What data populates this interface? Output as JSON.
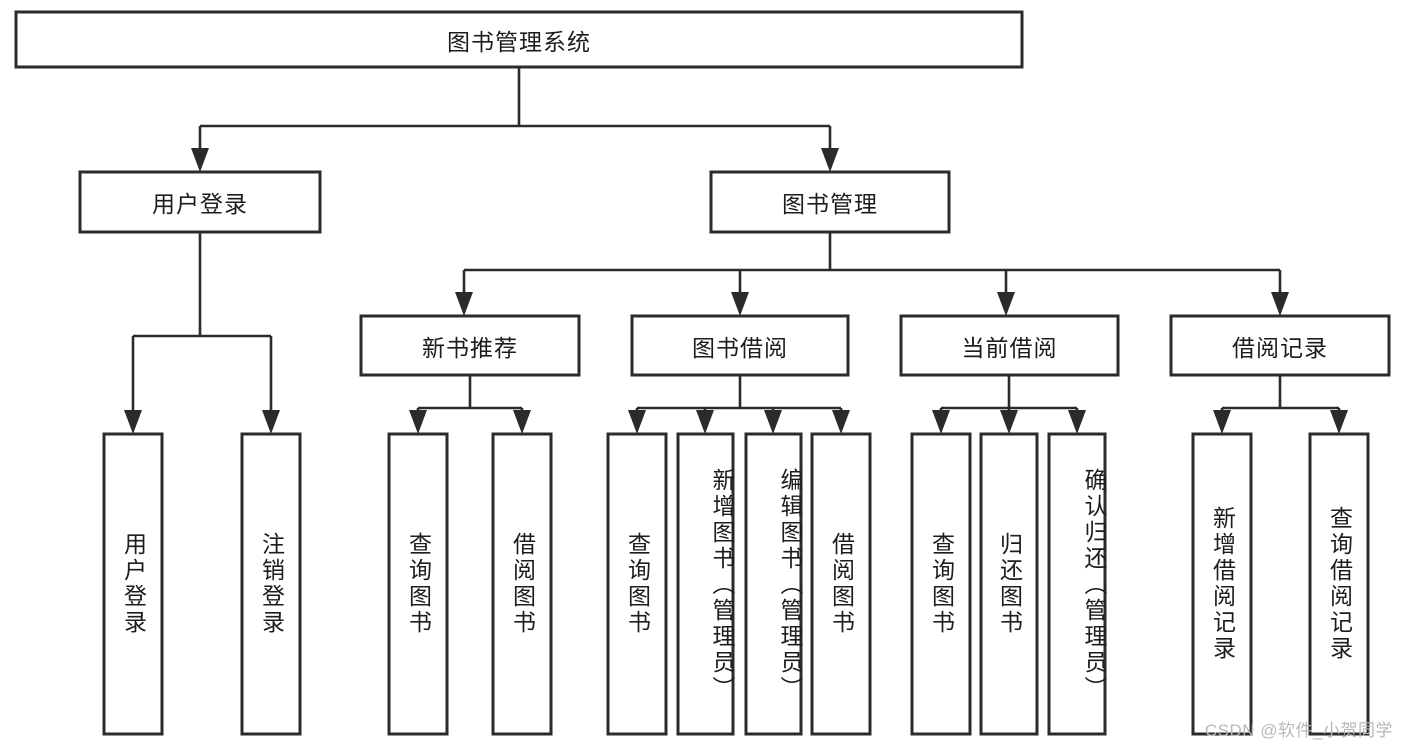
{
  "diagram": {
    "type": "tree-hierarchy-chart",
    "orientation": "top-down",
    "root": {
      "label": "图书管理系统"
    },
    "level2": [
      {
        "label": "用户登录"
      },
      {
        "label": "图书管理"
      }
    ],
    "level3": [
      {
        "label": "新书推荐"
      },
      {
        "label": "图书借阅"
      },
      {
        "label": "当前借阅"
      },
      {
        "label": "借阅记录"
      }
    ],
    "leaves": {
      "user_login": [
        {
          "label": "用户登录"
        },
        {
          "label": "注销登录"
        }
      ],
      "new_book_recommend": [
        {
          "label": "查询图书"
        },
        {
          "label": "借阅图书"
        }
      ],
      "book_borrow": [
        {
          "label": "查询图书"
        },
        {
          "label": "新增图书（管理员）"
        },
        {
          "label": "编辑图书（管理员）"
        },
        {
          "label": "借阅图书"
        }
      ],
      "current_borrow": [
        {
          "label": "查询图书"
        },
        {
          "label": "归还图书"
        },
        {
          "label": "确认归还（管理员）"
        }
      ],
      "borrow_record": [
        {
          "label": "新增借阅记录"
        },
        {
          "label": "查询借阅记录"
        }
      ]
    }
  },
  "watermark": {
    "text": "CSDN @软件_小贺同学"
  },
  "colors": {
    "box_border": "#2b2b2b",
    "box_fill": "#ffffff",
    "text": "#1d1d1d",
    "connector": "#2b2b2b",
    "watermark": "#b8b8b8",
    "page_background": "#ffffff"
  }
}
